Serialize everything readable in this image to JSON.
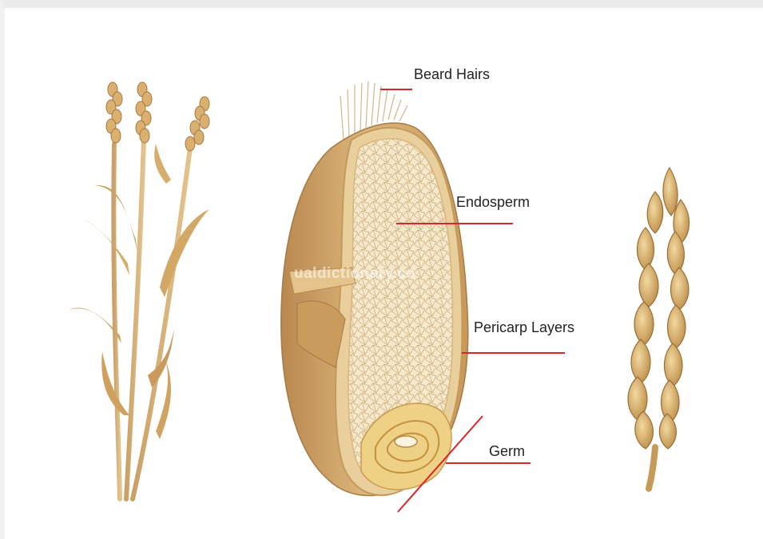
{
  "labels": {
    "beard_hairs": "Beard Hairs",
    "endosperm": "Endosperm",
    "pericarp_layers": "Pericarp Layers",
    "germ": "Germ"
  },
  "watermark": "ualdictionary.co",
  "colors": {
    "leader_line": "#d9262b",
    "wheat_gold": "#d6ad6a",
    "wheat_dark": "#b0824a",
    "endosperm_fill": "#f4e6c8",
    "germ_fill": "#efd186"
  },
  "icons": {
    "wheat_plant": "wheat-plant-icon",
    "grain_cross_section": "grain-cross-section-icon",
    "wheat_ear": "wheat-ear-icon"
  }
}
